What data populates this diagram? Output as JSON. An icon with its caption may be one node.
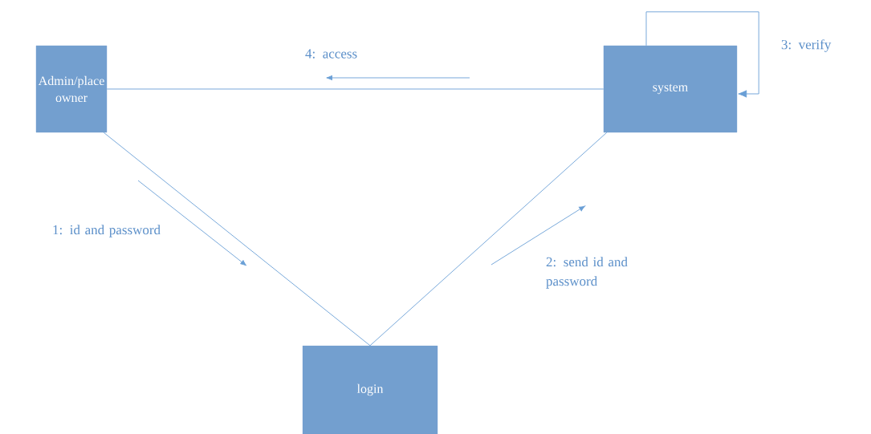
{
  "diagram": {
    "nodes": [
      {
        "text": [
          "Admin/place owner"
        ]
      },
      {
        "text": [
          "system"
        ]
      },
      {
        "text": [
          "login"
        ]
      }
    ],
    "edges": [
      {
        "from": 0,
        "to": 1,
        "arrow": "none",
        "label": "4: access"
      },
      {
        "from": 0,
        "to": 2,
        "arrow": "none",
        "label": "1: id and password"
      },
      {
        "from": 2,
        "to": 1,
        "arrow": "none",
        "label": "2: send id and password"
      },
      {
        "from": 1,
        "to": 1,
        "arrow": "to",
        "label": "3: verify"
      }
    ]
  }
}
